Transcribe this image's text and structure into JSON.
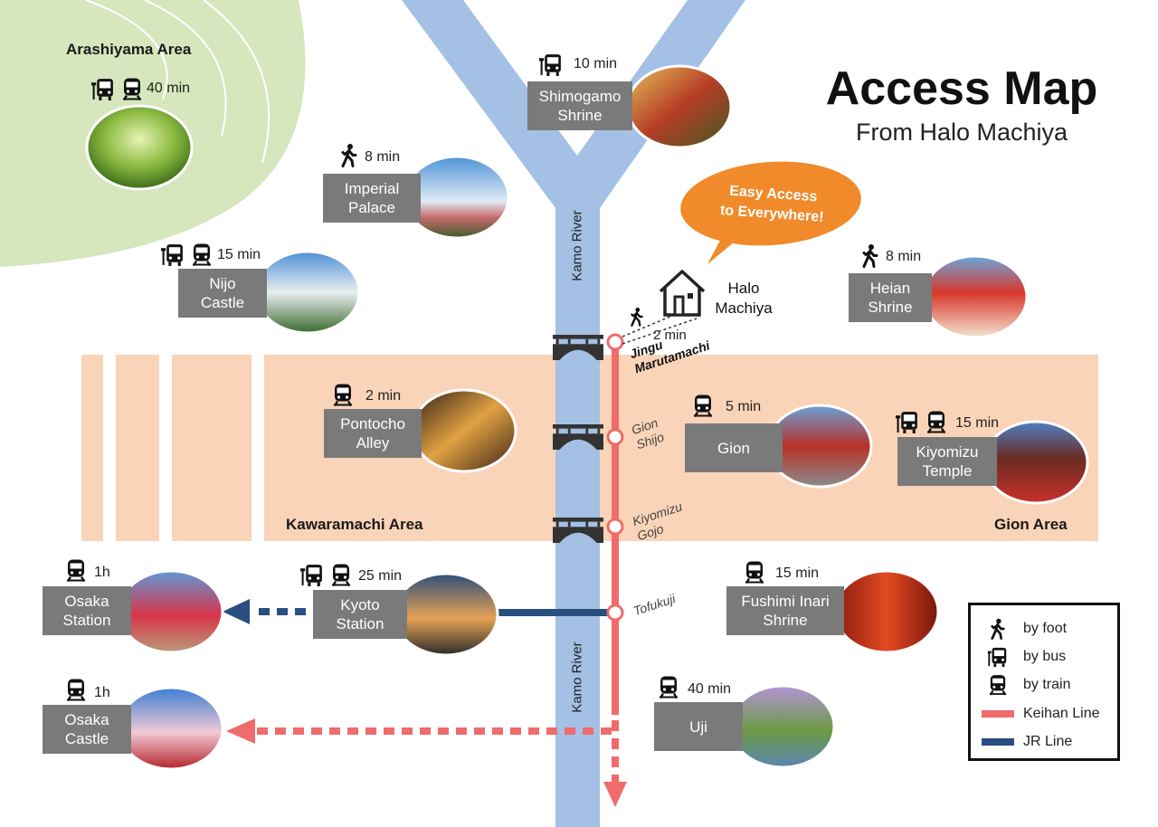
{
  "title": "Access Map",
  "subtitle": "From Halo Machiya",
  "bubble": "Easy Access\nto Everywhere!",
  "home": "Halo\nMachiya",
  "home_time": "2 min",
  "river_label": "Kamo River",
  "areas": {
    "arashiyama": "Arashiyama Area",
    "kawaramachi": "Kawaramachi Area",
    "gion": "Gion Area"
  },
  "stations": {
    "jingu": "Jingu\nMarutamachi",
    "gion_shijo": "Gion\nShijo",
    "kiyomizu_gojo": "Kiyomizu\nGojo",
    "tofukuji": "Tofukuji"
  },
  "destinations": {
    "arashiyama": {
      "time": "40 min",
      "modes": [
        "bus",
        "train"
      ]
    },
    "shimogamo": {
      "label": "Shimogamo\nShrine",
      "time": "10 min",
      "modes": [
        "bus"
      ]
    },
    "imperial": {
      "label": "Imperial\nPalace",
      "time": "8 min",
      "modes": [
        "foot"
      ]
    },
    "nijo": {
      "label": "Nijo\nCastle",
      "time": "15 min",
      "modes": [
        "bus",
        "train"
      ]
    },
    "heian": {
      "label": "Heian\nShrine",
      "time": "8 min",
      "modes": [
        "foot"
      ]
    },
    "pontocho": {
      "label": "Pontocho\nAlley",
      "time": "2 min",
      "modes": [
        "train"
      ]
    },
    "gion": {
      "label": "Gion",
      "time": "5 min",
      "modes": [
        "train"
      ]
    },
    "kiyomizu": {
      "label": "Kiyomizu\nTemple",
      "time": "15 min",
      "modes": [
        "bus",
        "train"
      ]
    },
    "osaka_station": {
      "label": "Osaka\nStation",
      "time": "1h",
      "modes": [
        "train"
      ]
    },
    "kyoto_station": {
      "label": "Kyoto\nStation",
      "time": "25 min",
      "modes": [
        "bus",
        "train"
      ]
    },
    "fushimi": {
      "label": "Fushimi Inari\nShrine",
      "time": "15 min",
      "modes": [
        "train"
      ]
    },
    "osaka_castle": {
      "label": "Osaka\nCastle",
      "time": "1h",
      "modes": [
        "train"
      ]
    },
    "uji": {
      "label": "Uji",
      "time": "40 min",
      "modes": [
        "train"
      ]
    }
  },
  "legend": {
    "foot": "by foot",
    "bus": "by bus",
    "train": "by train",
    "keihan": "Keihan Line",
    "jr": "JR Line"
  },
  "colors": {
    "river": "#a4c0e4",
    "keihan": "#f06b6b",
    "jr": "#294e80",
    "area_band": "#fad4b8",
    "arashiyama": "#d6e6bd",
    "bubble": "#f08a2a",
    "label_box": "#7a7a7a"
  }
}
